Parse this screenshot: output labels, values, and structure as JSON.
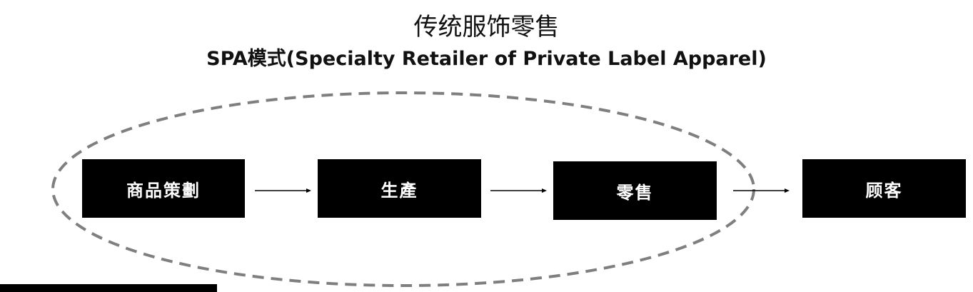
{
  "header": {
    "title": "传统服饰零售",
    "subtitle": "SPA模式(Specialty Retailer of Private Label Apparel)"
  },
  "flow": {
    "steps": [
      {
        "label": "商品策劃"
      },
      {
        "label": "生產"
      },
      {
        "label": "零售"
      },
      {
        "label": "顾客"
      }
    ],
    "colors": {
      "box_bg": "#000000",
      "box_text": "#ffffff",
      "ellipse_stroke": "#7f7f7f",
      "arrow": "#000000"
    }
  }
}
